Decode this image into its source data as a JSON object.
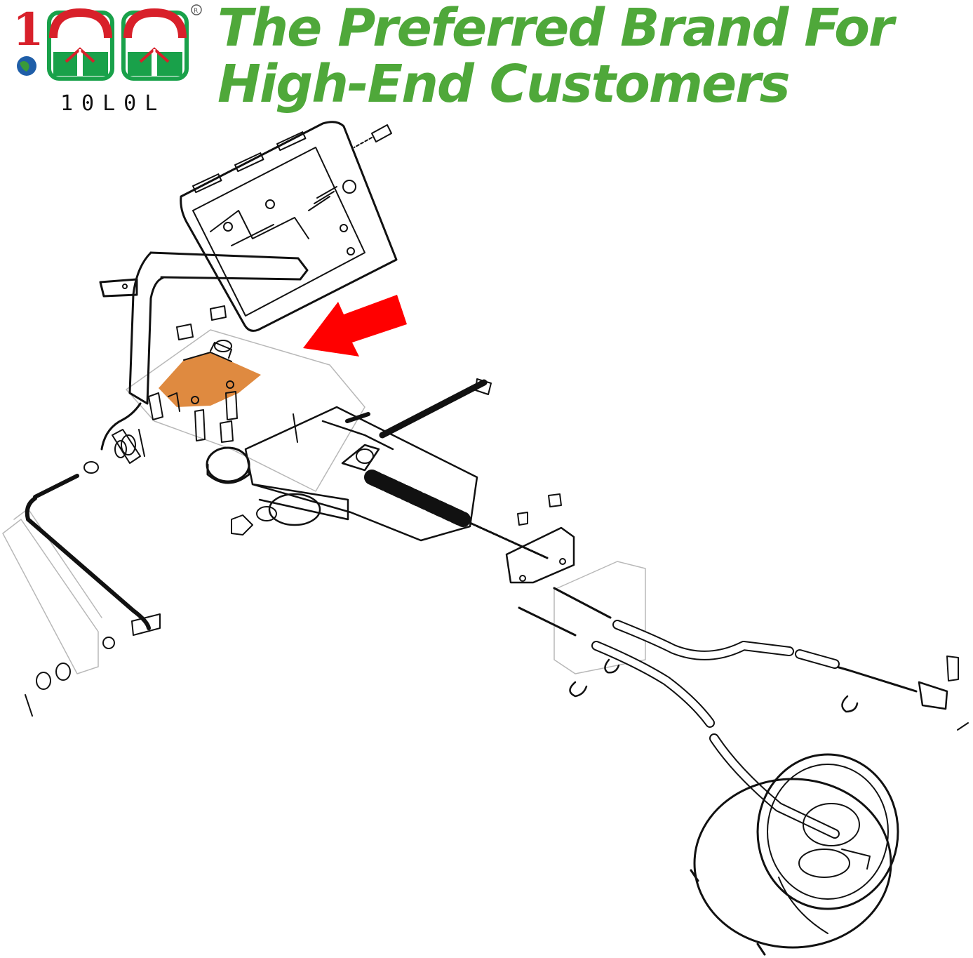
{
  "logo": {
    "caption": "10L0L",
    "mark": "10L0L",
    "registered_symbol": "®"
  },
  "headline": {
    "text": "The Preferred Brand For High-End Customers",
    "color": "#4fa83a"
  },
  "diagram": {
    "highlight_color": "#d9761e",
    "arrow_color": "#ff0000",
    "line_color": "#111111",
    "faint_color": "#b8b8b8"
  }
}
